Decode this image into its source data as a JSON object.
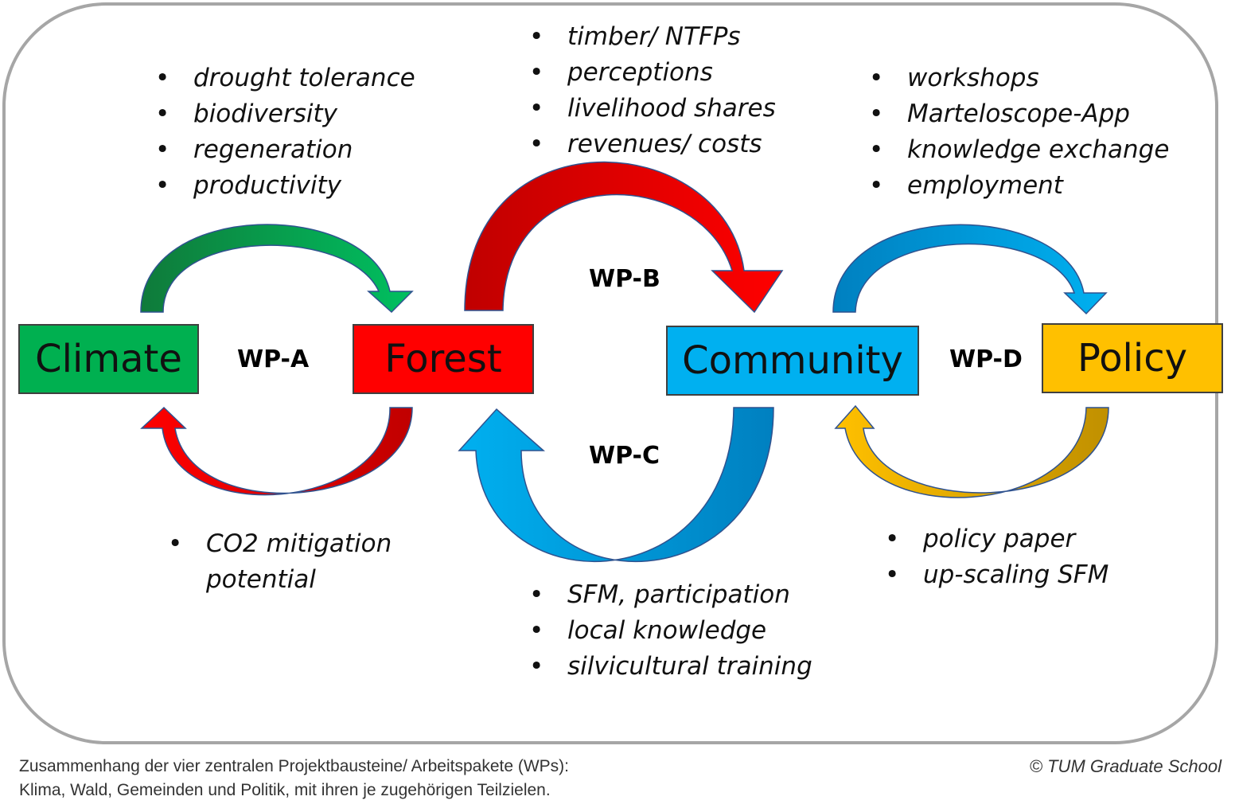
{
  "nodes": {
    "climate": {
      "label": "Climate",
      "color": "#00b050"
    },
    "forest": {
      "label": "Forest",
      "color": "#ff0000"
    },
    "community": {
      "label": "Community",
      "color": "#00b0f0"
    },
    "policy": {
      "label": "Policy",
      "color": "#ffc000"
    }
  },
  "work_packages": {
    "a": "WP-A",
    "b": "WP-B",
    "c": "WP-C",
    "d": "WP-D"
  },
  "goals": {
    "wp_a_top": [
      "drought tolerance",
      "biodiversity",
      "regeneration",
      "productivity"
    ],
    "wp_a_bottom": [
      "CO2 mitigation potential"
    ],
    "wp_b_top": [
      "timber/ NTFPs",
      "perceptions",
      "livelihood shares",
      "revenues/ costs"
    ],
    "wp_c_bottom": [
      "SFM, participation",
      "local knowledge",
      "silvicultural training"
    ],
    "wp_d_top": [
      "workshops",
      "Marteloscope-App",
      "knowledge exchange",
      "employment"
    ],
    "wp_d_bottom": [
      "policy paper",
      "up-scaling SFM"
    ]
  },
  "bullet_symbol": "•",
  "caption": {
    "line1": "Zusammenhang der vier zentralen Projektbausteine/ Arbeitspakete (WPs):",
    "line2": "Klima, Wald, Gemeinden und Politik, mit ihren je zugehörigen Teilzielen."
  },
  "credit": "© TUM Graduate School",
  "arrow_colors": {
    "green": "#00b050",
    "red": "#ff0000",
    "blue": "#00b0f0",
    "gold": "#ffc000"
  }
}
